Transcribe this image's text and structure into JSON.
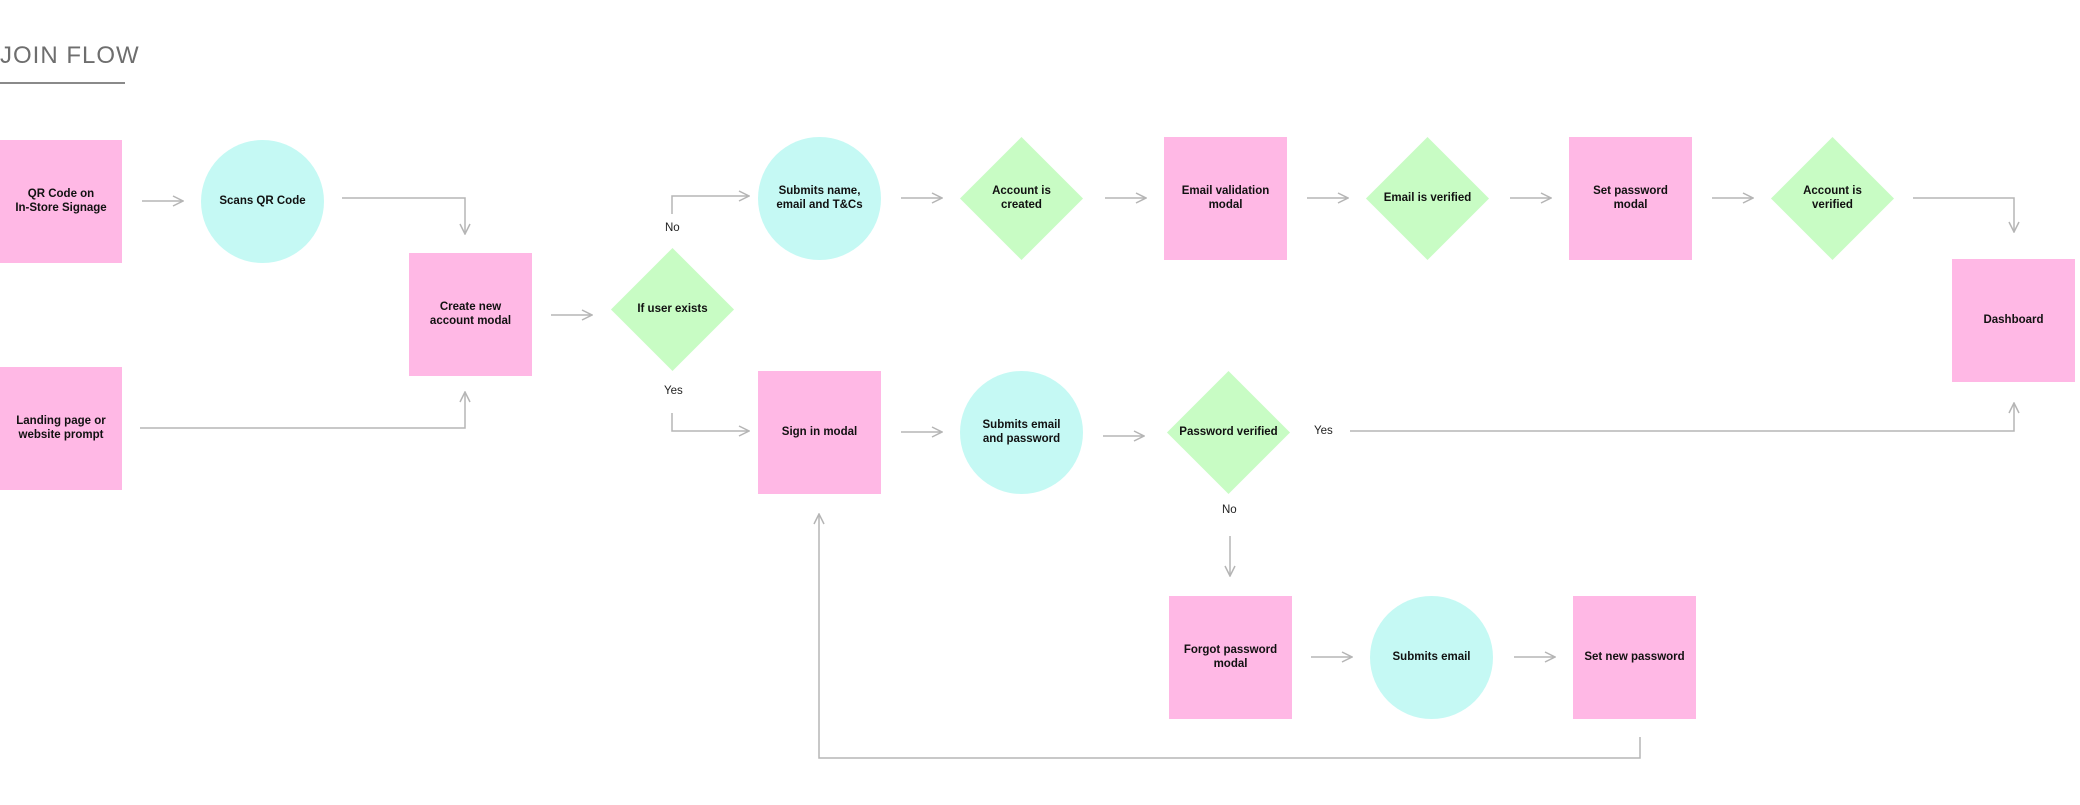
{
  "title": "JOIN FLOW",
  "nodes": {
    "qr_code_signage": "QR Code on\nIn-Store Signage",
    "scans_qr": "Scans QR Code",
    "landing_page": "Landing page or\nwebsite prompt",
    "create_account": "Create new\naccount modal",
    "if_user_exists": "If user exists",
    "submits_name": "Submits name,\nemail and T&Cs",
    "account_created": "Account is\ncreated",
    "email_validation": "Email validation\nmodal",
    "email_verified": "Email is verified",
    "set_password": "Set password\nmodal",
    "account_verified": "Account is\nverified",
    "dashboard": "Dashboard",
    "sign_in": "Sign in modal",
    "submits_email_password": "Submits email\nand password",
    "password_verified": "Password verified",
    "forgot_password": "Forgot password\nmodal",
    "submits_email": "Submits email",
    "set_new_password": "Set new password"
  },
  "edge_labels": {
    "no_top": "No",
    "yes_branch": "Yes",
    "yes_dashboard": "Yes",
    "no_forgot": "No"
  },
  "colors": {
    "page_node": "#ffb8e5",
    "action_node": "#c5f9f4",
    "decision_node": "#c8fcc4",
    "connector": "#b5b5b5"
  }
}
